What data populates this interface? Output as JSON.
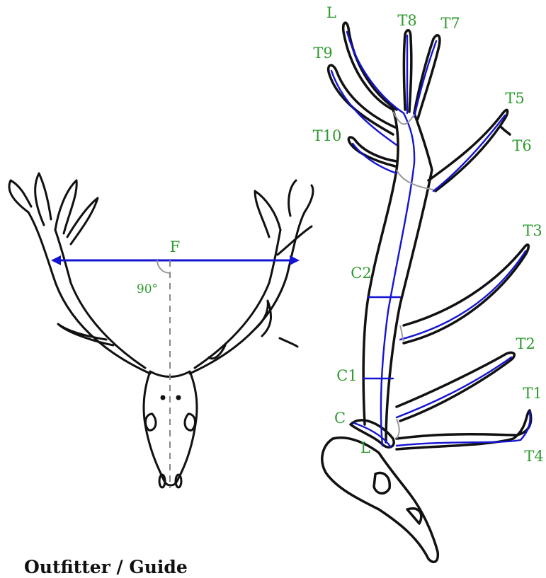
{
  "colors": {
    "label": "#2e9a2e",
    "measure_line": "#1414d2",
    "outline": "#111111",
    "guide_line": "#9a9a9a"
  },
  "front_view": {
    "spread_label": "F",
    "angle_label": "90°"
  },
  "side_view": {
    "tine_labels": {
      "L_top": "L",
      "T8": "T8",
      "T7": "T7",
      "T9": "T9",
      "T5": "T5",
      "T6": "T6",
      "T10": "T10",
      "T3": "T3",
      "C2": "C2",
      "T2": "T2",
      "C1": "C1",
      "T1": "T1",
      "C": "C",
      "L_base": "L",
      "T4": "T4"
    }
  },
  "section_heading": "Outfitter / Guide"
}
